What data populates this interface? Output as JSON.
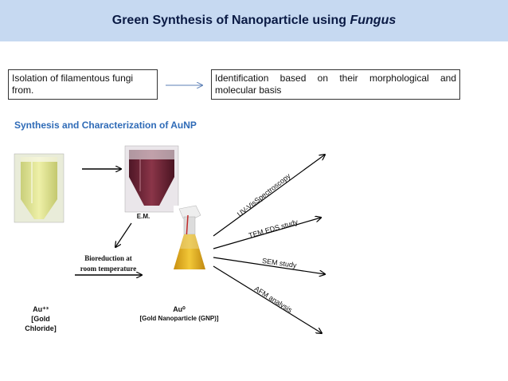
{
  "header": {
    "title_prefix": "Green Synthesis of Nanoparticle using ",
    "title_italic": "Fungus",
    "background": "#c6d9f1"
  },
  "flow": {
    "step1": "Isolation of filamentous fungi from.",
    "step2": "Identification based on their morphological and molecular basis"
  },
  "section_title": "Synthesis and Characterization of AuNP",
  "labels": {
    "em": "E.M.",
    "bioreduction_line1": "Bioreduction at",
    "bioreduction_line2": "room temperature",
    "au3": "Au⁺³",
    "gold_chloride": "[Gold Chloride]",
    "au0": "Au⁰",
    "gnp": "[Gold Nanoparticle (GNP)]"
  },
  "techniques": [
    "UV-VisSpectroscopy",
    "TEM EDS study",
    "SEM study",
    "AFM analysis"
  ],
  "colors": {
    "title_text": "#0a1a44",
    "section_text": "#2f6bb7",
    "gold_solution": "#e2b21a",
    "au3_solution": "#dfe18a",
    "em_solution": "#6e2436"
  }
}
